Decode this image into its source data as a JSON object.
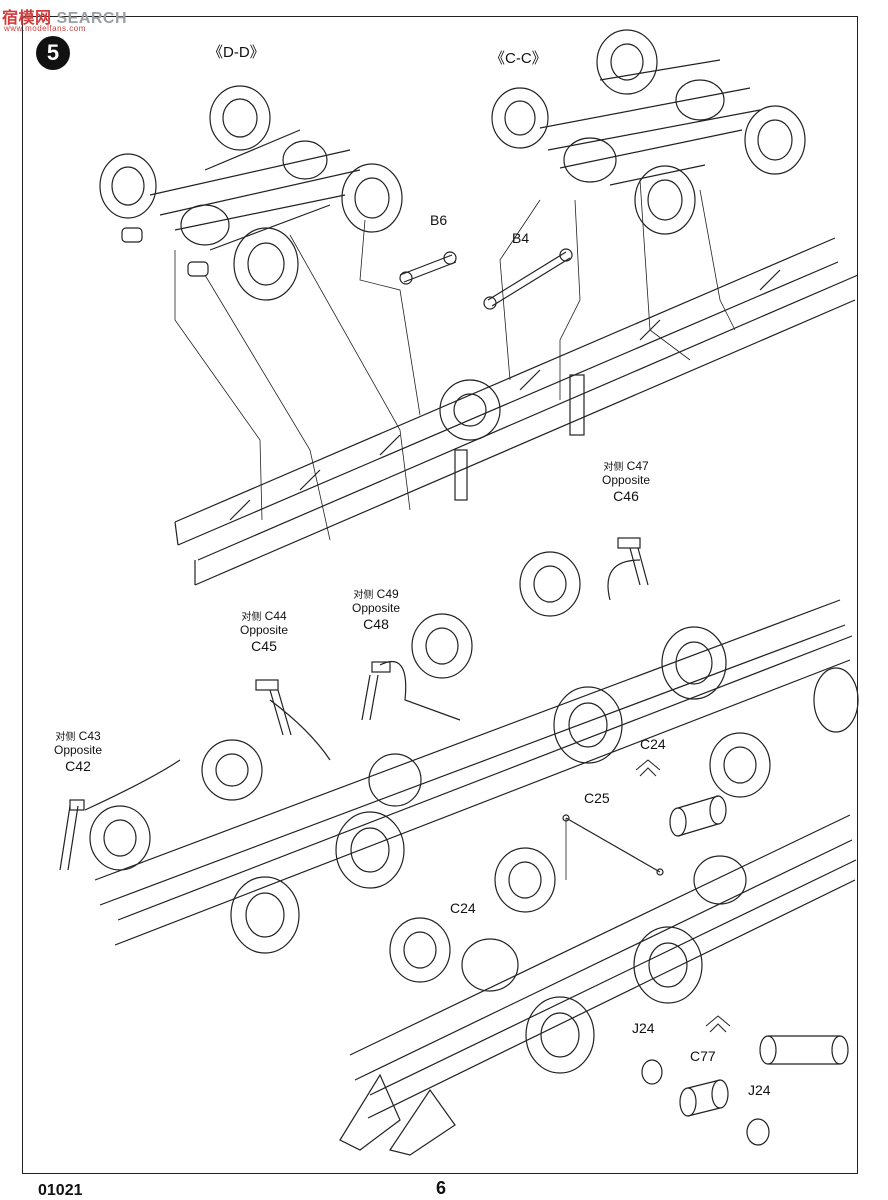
{
  "watermark": {
    "cn": "宿模网",
    "text": "SEARCH",
    "url": "www.modelfans.com"
  },
  "step": {
    "number": "5"
  },
  "views": {
    "dd": "《D-D》",
    "cc": "《C-C》"
  },
  "parts": {
    "b6": "B6",
    "b4": "B4",
    "c47_cn": "对侧",
    "c47": "C47",
    "c47_opp": "Opposite",
    "c46": "C46",
    "c49_cn": "对侧",
    "c49": "C49",
    "c49_opp": "Opposite",
    "c48": "C48",
    "c44_cn": "对侧",
    "c44": "C44",
    "c44_opp": "Opposite",
    "c45": "C45",
    "c43_cn": "对侧",
    "c43": "C43",
    "c43_opp": "Opposite",
    "c42": "C42",
    "c24_a": "C24",
    "c25": "C25",
    "c24_b": "C24",
    "j24_a": "J24",
    "c77": "C77",
    "j24_b": "J24"
  },
  "footer": {
    "code": "01021",
    "page": "6"
  }
}
